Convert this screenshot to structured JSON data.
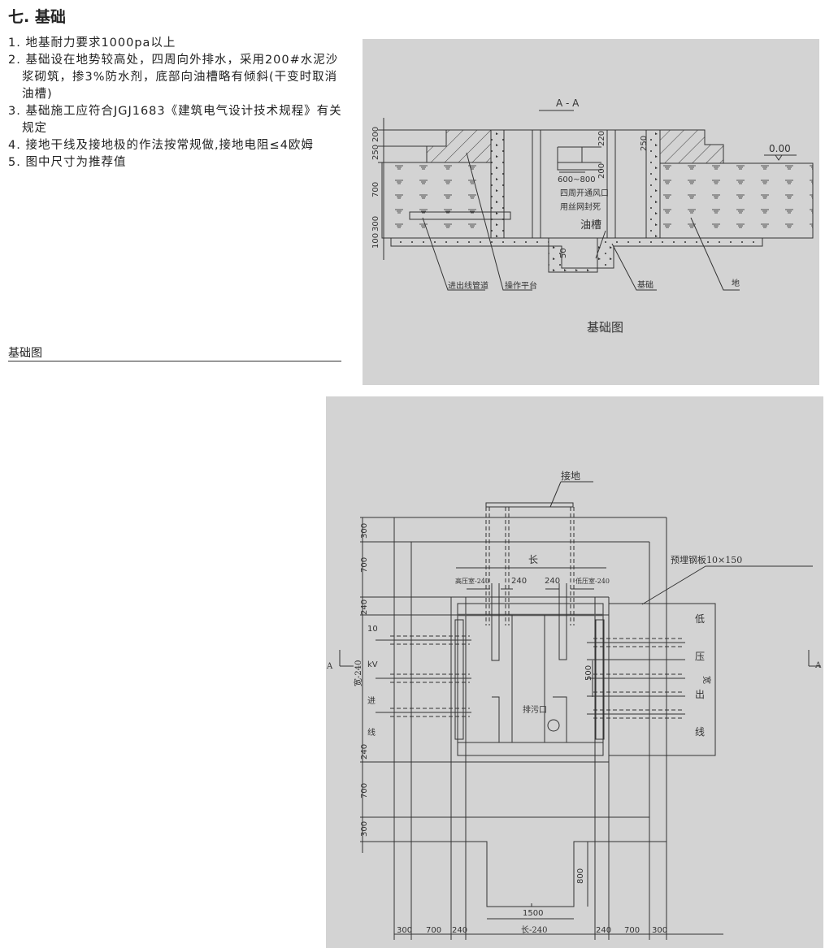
{
  "section_title": "七. 基础",
  "notes": [
    "1. 地基耐力要求1000pa以上",
    "2. 基础设在地势较高处，四周向外排水，采用200#水泥沙浆砌筑，掺3%防水剂，底部向油槽略有倾斜(干变时取消油槽)",
    "3. 基础施工应符合JGJ1683《建筑电气设计技术规程》有关规定",
    "4. 接地干线及接地极的作法按常规做,接地电阻≤4欧姆",
    "5. 图中尺寸为推荐值"
  ],
  "left_caption": "基础图",
  "section_view": {
    "title": "A - A",
    "caption": "基础图",
    "dims_left": [
      "200",
      "250",
      "700",
      "300",
      "100"
    ],
    "dim_220": "220",
    "dim_250": "250",
    "dim_200": "200",
    "dim_50": "50",
    "vent_width": "600~800",
    "vent_note_1": "四周开通风口",
    "vent_note_2": "用丝网封死",
    "oil_trough": "油槽",
    "level": "0.00",
    "labels": {
      "pipe": "进出线管道",
      "platform": "操作平台",
      "foundation": "基础",
      "ground": "地"
    }
  },
  "plan_view": {
    "grounding": "接地",
    "length": "长",
    "steel_plate": "预埋钢板10×150",
    "hv_room": "高压室-240",
    "dim_240a": "240",
    "dim_240b": "240",
    "lv_room": "低压室-240",
    "hv_in": [
      "10",
      "kV",
      "进",
      "线"
    ],
    "width_label": "宽-240",
    "section_mark": "A",
    "lv_out": [
      "低",
      "压",
      "出",
      "线"
    ],
    "lv_width": "宽",
    "dim_500": "500",
    "drain": "排污口",
    "dims_left": [
      "300",
      "700",
      "240",
      "240",
      "700",
      "300"
    ],
    "dims_bottom": [
      "300",
      "700",
      "240",
      "长-240",
      "240",
      "700",
      "300"
    ],
    "dim_1500": "1500",
    "dim_800": "800"
  }
}
